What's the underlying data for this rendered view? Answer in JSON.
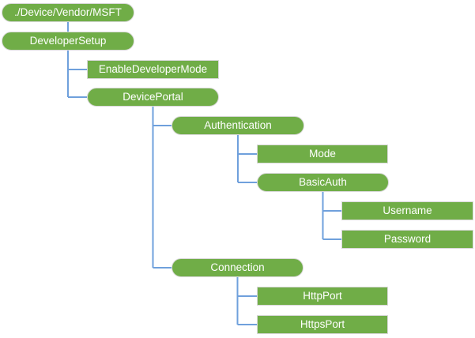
{
  "diagram": {
    "background": "#FFFFFF",
    "colors": {
      "node_fill": "#70AD47",
      "node_border": "#D8D8D8",
      "node_text": "#FFFFFF",
      "connector": "#6FA0DC"
    },
    "nodes": [
      {
        "label": "./Device/Vendor/MSFT",
        "shape": "rounded"
      },
      {
        "label": "DeveloperSetup",
        "shape": "rounded"
      },
      {
        "label": "EnableDeveloperMode",
        "shape": "rect"
      },
      {
        "label": "DevicePortal",
        "shape": "rounded"
      },
      {
        "label": "Authentication",
        "shape": "rounded"
      },
      {
        "label": "Mode",
        "shape": "rect"
      },
      {
        "label": "BasicAuth",
        "shape": "rounded"
      },
      {
        "label": "Username",
        "shape": "rect"
      },
      {
        "label": "Password",
        "shape": "rect"
      },
      {
        "label": "Connection",
        "shape": "rounded"
      },
      {
        "label": "HttpPort",
        "shape": "rect"
      },
      {
        "label": "HttpsPort",
        "shape": "rect"
      }
    ]
  }
}
